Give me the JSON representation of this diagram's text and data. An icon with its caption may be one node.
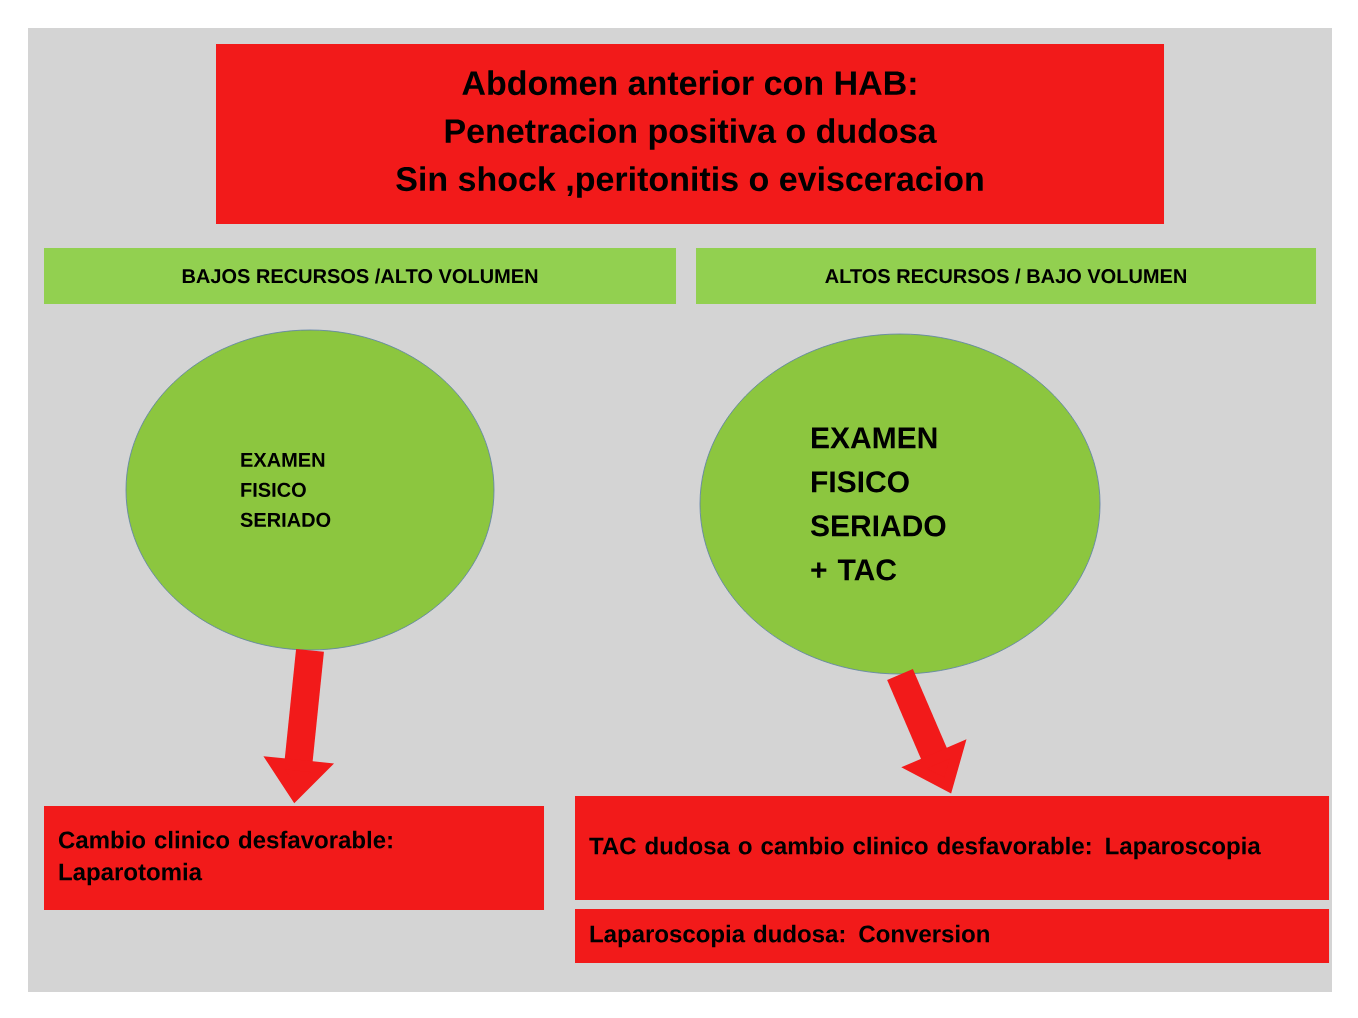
{
  "diagram": {
    "nodes": [
      {
        "text": [
          "Abdomen anterior con HAB:",
          "Penetracion  positiva o dudosa",
          "Sin shock ,peritonitis o evisceracion"
        ]
      },
      {
        "text": [
          "BAJOS RECURSOS  /ALTO VOLUMEN"
        ]
      },
      {
        "text": [
          "ALTOS RECURSOS  / BAJO VOLUMEN"
        ]
      },
      {
        "text": [
          "EXAMEN FISICO SERIADO"
        ]
      },
      {
        "text": [
          "EXAMEN FISICO SERIADO + TAC"
        ]
      },
      {
        "text": [
          "Cambio clinico desfavorable: Laparotomia"
        ]
      },
      {
        "text": [
          "TAC dudosa o cambio clinico desfavorable: Laparoscopia"
        ]
      },
      {
        "text": [
          "Laparoscopia dudosa:  Conversion"
        ]
      }
    ],
    "edges": [
      {
        "from": 3,
        "to": 5,
        "arrow": "to"
      },
      {
        "from": 4,
        "to": 6,
        "arrow": "to"
      }
    ]
  }
}
